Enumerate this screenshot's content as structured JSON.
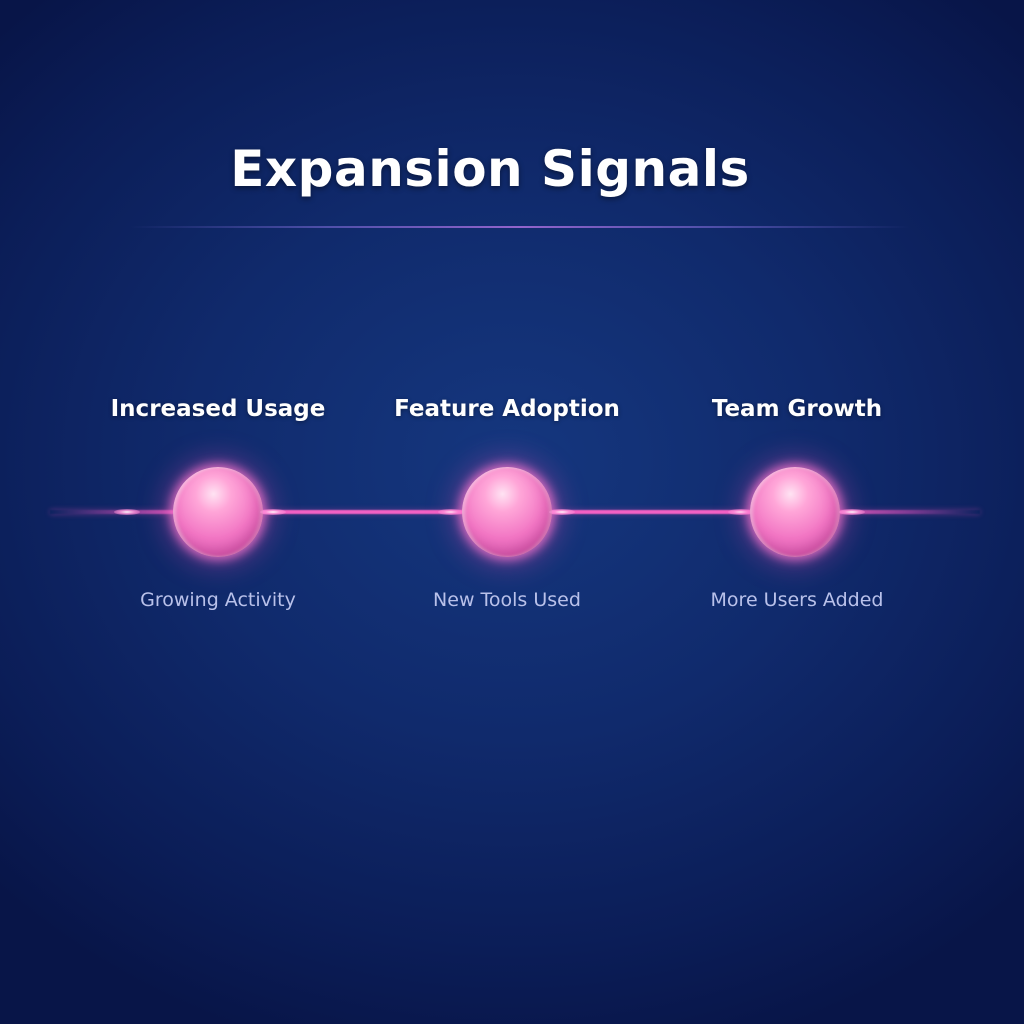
{
  "title": "Expansion Signals",
  "colors": {
    "background": "#102a6c",
    "background_edge": "#081548",
    "accent_pink": "#f276c4",
    "divider": "#aa6edc",
    "heading_text": "#ffffff",
    "subtitle_text": "#b9c1ea"
  },
  "signals": [
    {
      "heading": "Increased Usage",
      "subtitle": "Growing Activity",
      "icon": "glowing-sphere-node"
    },
    {
      "heading": "Feature Adoption",
      "subtitle": "New Tools Used",
      "icon": "glowing-sphere-node"
    },
    {
      "heading": "Team Growth",
      "subtitle": "More Users Added",
      "icon": "glowing-sphere-node"
    }
  ]
}
